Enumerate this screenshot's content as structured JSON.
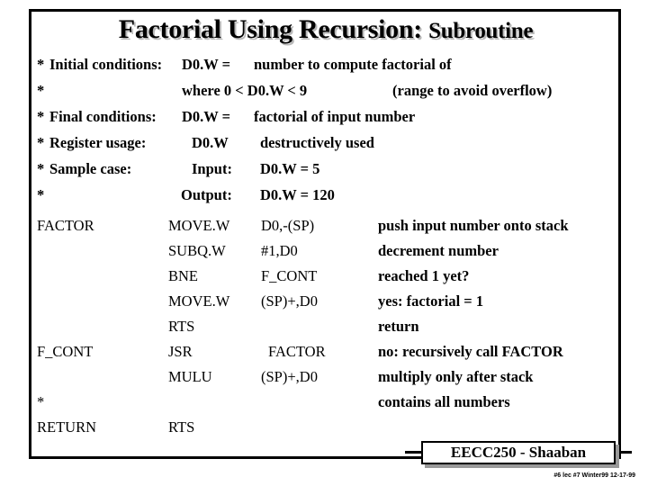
{
  "slide": {
    "title_main": "Factorial Using Recursion:",
    "title_tail": "Subroutine"
  },
  "spec": {
    "rows": [
      {
        "star": "*",
        "label": "Initial conditions:",
        "reg": "D0.W  =",
        "desc": "number to compute factorial of"
      },
      {
        "star": "*",
        "label": "",
        "reg": "where   0  <   D0.W  <  9",
        "desc": "(range to avoid overflow)"
      },
      {
        "star": "*",
        "label": "Final conditions:",
        "reg": "D0.W =",
        "desc": "factorial of input number"
      },
      {
        "star": "*",
        "label": "Register usage:",
        "reg": "D0.W",
        "desc": "destructively used"
      },
      {
        "star": "*",
        "label": "Sample case:",
        "reg": "Input:",
        "desc": "D0.W = 5"
      },
      {
        "star": "*",
        "label": "",
        "reg": "Output:",
        "desc": "D0.W = 120"
      }
    ]
  },
  "code": {
    "rows": [
      {
        "label": "FACTOR",
        "op": "MOVE.W",
        "arg": "D0,-(SP)",
        "comment": "push input number onto stack"
      },
      {
        "label": "",
        "op": "SUBQ.W",
        "arg": "#1,D0",
        "comment": "decrement number"
      },
      {
        "label": "",
        "op": "BNE",
        "arg": "F_CONT",
        "comment": "reached 1 yet?"
      },
      {
        "label": "",
        "op": "MOVE.W",
        "arg": "(SP)+,D0",
        "comment": "yes:   factorial = 1"
      },
      {
        "label": "",
        "op": "RTS",
        "arg": "",
        "comment": "return"
      },
      {
        "label": "F_CONT",
        "op": "JSR",
        "arg": "FACTOR",
        "comment": "no:  recursively call  FACTOR"
      },
      {
        "label": "",
        "op": "MULU",
        "arg": "(SP)+,D0",
        "comment": "multiply only after stack"
      },
      {
        "label": "*",
        "op": "",
        "arg": "",
        "comment": "contains all numbers"
      },
      {
        "label": "RETURN",
        "op": "RTS",
        "arg": "",
        "comment": ""
      }
    ]
  },
  "footer": {
    "tag_label": "EECC250 - Shaaban",
    "credit": "#6  lec #7  Winter99  12-17-99"
  },
  "colors": {
    "frame": "#000000",
    "text": "#000000",
    "title_shadow": "#b8b8b8",
    "tag_shadow": "#999999",
    "background": "#ffffff"
  }
}
